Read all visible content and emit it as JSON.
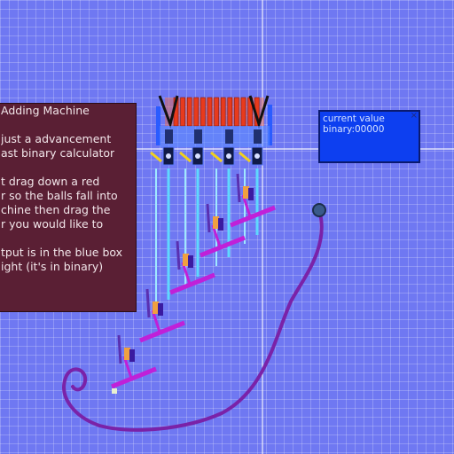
{
  "info_panel": {
    "title": "Adding Machine",
    "lines": [
      "just a advancement",
      "ast  binary calculator",
      "",
      "t drag down a red",
      "r so the balls fall into",
      "chine then drag the",
      "r you would like to",
      "",
      "tput is in the blue box",
      "ight (it's in binary)"
    ]
  },
  "value_box": {
    "label": "current value",
    "binary_prefix": "binary:",
    "binary_value": "00000",
    "close_glyph": "×"
  },
  "colors": {
    "background": "#6f78f2",
    "panel": "#5a1f34",
    "value_box": "#0d3ff0",
    "gate_magenta": "#c020d8",
    "track_purple": "#7a22a8",
    "feeder_red": "#e83a1c",
    "tube_cyan": "#5fd8ff"
  },
  "machine": {
    "feeder_count": 13,
    "column_count": 4,
    "gate_count": 5
  }
}
